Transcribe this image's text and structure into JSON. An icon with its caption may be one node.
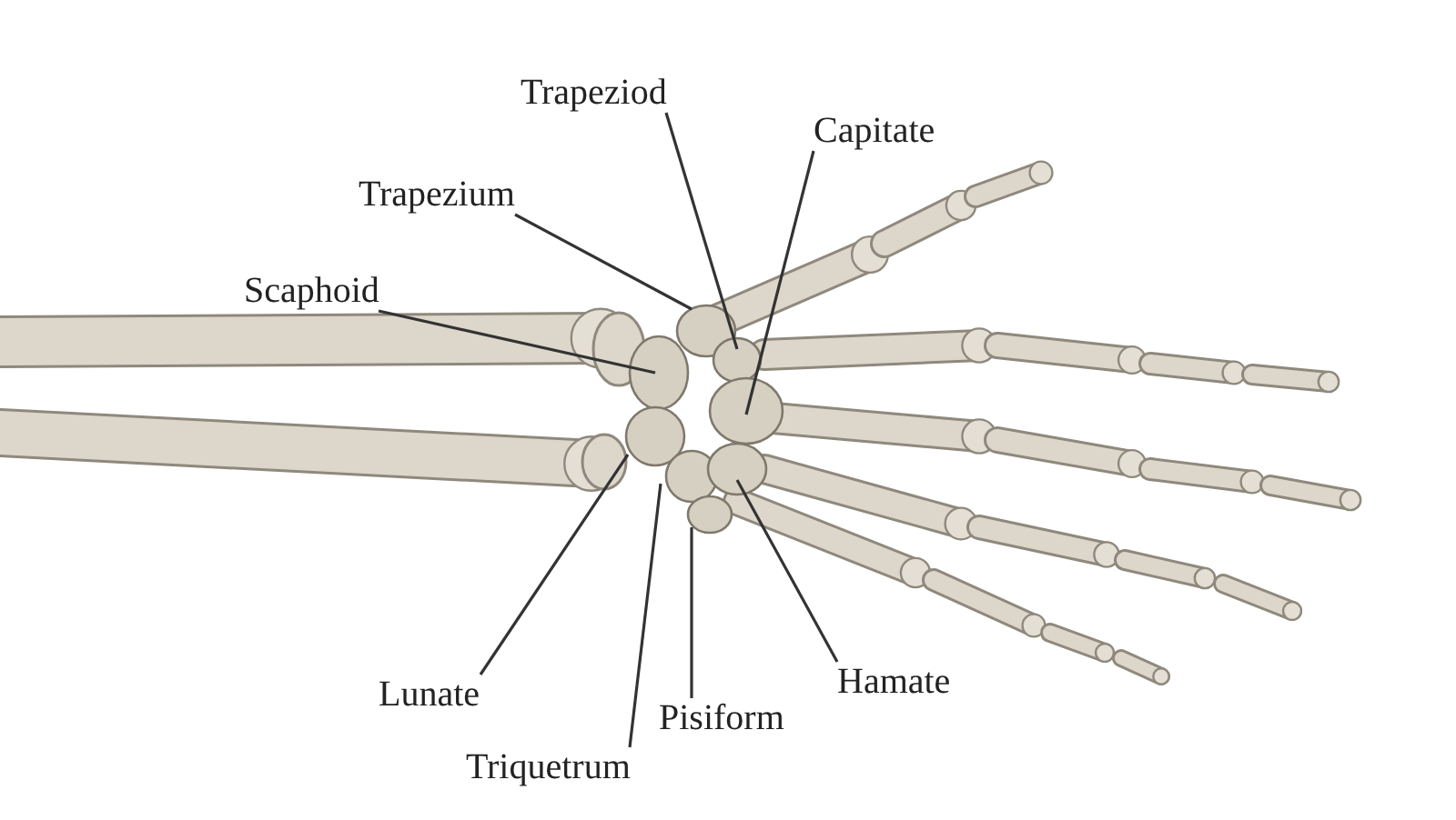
{
  "diagram": {
    "nodes": [
      {
        "text": [
          "Trapeziod"
        ]
      },
      {
        "text": [
          "Capitate"
        ]
      },
      {
        "text": [
          "Trapezium"
        ]
      },
      {
        "text": [
          "Scaphoid"
        ]
      },
      {
        "text": [
          "Lunate"
        ]
      },
      {
        "text": [
          "Triquetrum"
        ]
      },
      {
        "text": [
          "Pisiform"
        ]
      },
      {
        "text": [
          "Hamate"
        ]
      }
    ],
    "edges": [
      {
        "from": 0,
        "to": null,
        "arrow": "none"
      },
      {
        "from": 1,
        "to": null,
        "arrow": "none"
      },
      {
        "from": 2,
        "to": null,
        "arrow": "none"
      },
      {
        "from": 3,
        "to": null,
        "arrow": "none"
      },
      {
        "from": 4,
        "to": null,
        "arrow": "none"
      },
      {
        "from": 5,
        "to": null,
        "arrow": "none"
      },
      {
        "from": 6,
        "to": null,
        "arrow": "none"
      },
      {
        "from": 7,
        "to": null,
        "arrow": "none"
      }
    ]
  }
}
